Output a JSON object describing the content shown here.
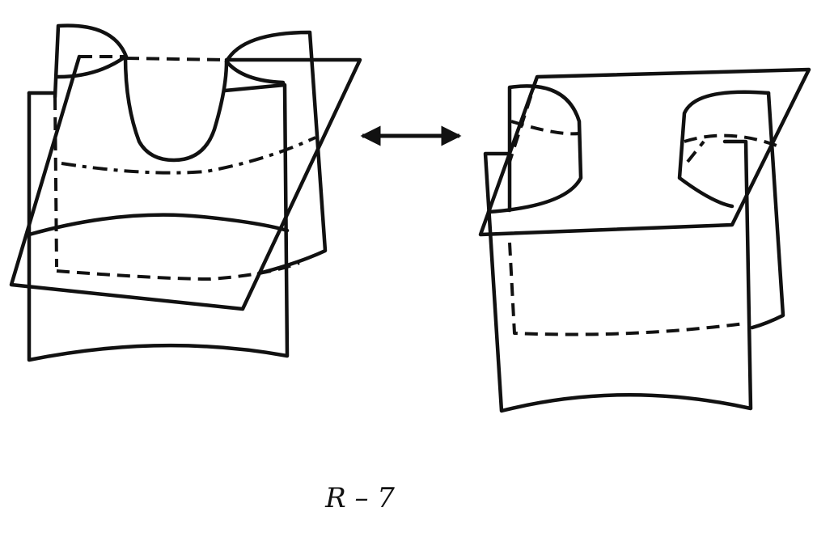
{
  "diagram": {
    "caption": "R – 7",
    "relation": "equivalence-arrow",
    "left_figure": "surface-pair-with-tube",
    "right_figure": "surface-pair-with-cylinders"
  }
}
